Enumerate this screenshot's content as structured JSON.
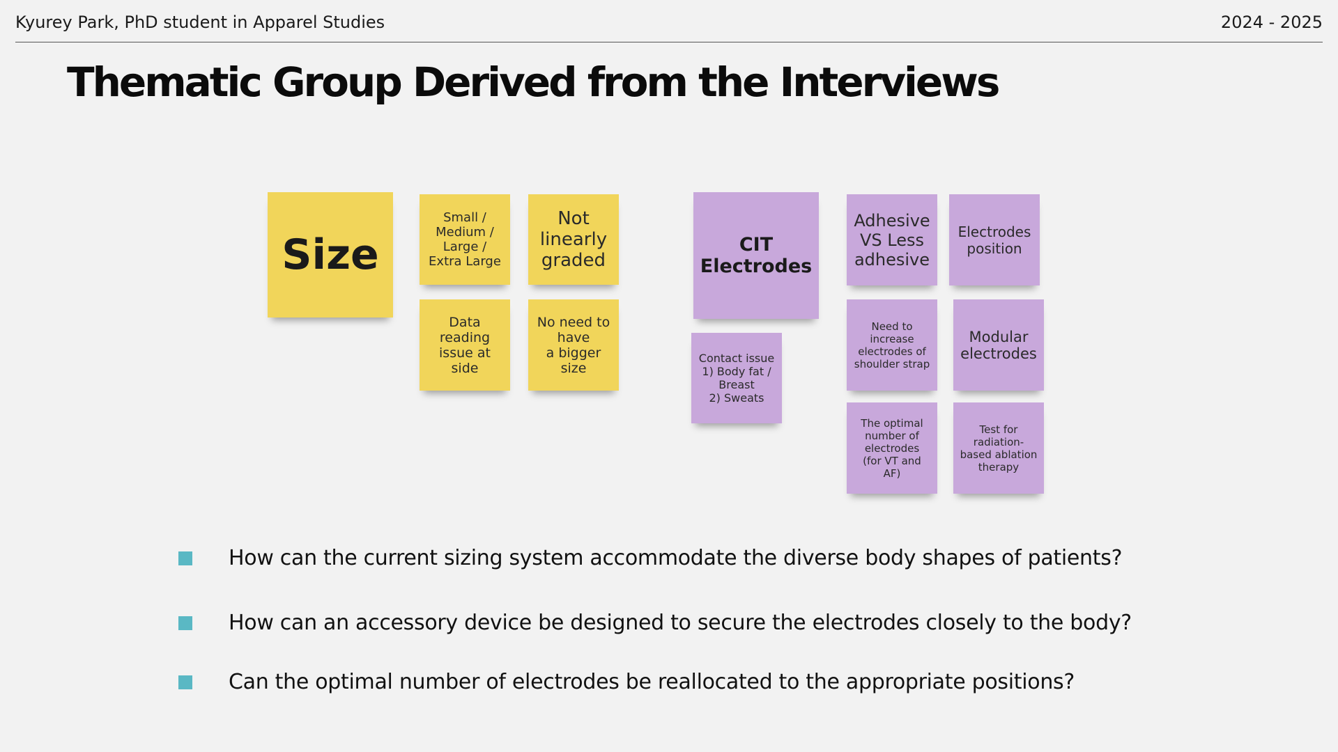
{
  "header": {
    "author": "Kyurey Park, PhD student in Apparel Studies",
    "year": "2024 - 2025"
  },
  "title": "Thematic Group Derived from the Interviews",
  "colors": {
    "yellow_note": "#f1d55a",
    "purple_note": "#c8a8db",
    "bullet": "#5ab8c4"
  },
  "size_group": {
    "main": "Size",
    "notes": [
      "Small /\nMedium /\nLarge /\nExtra Large",
      "Not\nlinearly\ngraded",
      "Data\nreading\nissue at\nside",
      "No need to\nhave\na bigger\nsize"
    ]
  },
  "electrode_group": {
    "main": "CIT\nElectrodes",
    "contact": "Contact issue\n1) Body fat /\nBreast\n2) Sweats",
    "notes": [
      "Adhesive\nVS Less\nadhesive",
      "Electrodes\nposition",
      "Need to\nincrease\nelectrodes of\nshoulder strap",
      "Modular\nelectrodes",
      "The optimal\nnumber of\nelectrodes\n(for VT and\nAF)",
      "Test for\nradiation-\nbased ablation\ntherapy"
    ]
  },
  "questions": [
    "How can the current sizing system accommodate the diverse body shapes of patients?",
    "How can an accessory device be designed to secure the electrodes closely to the body?",
    "Can the optimal number of electrodes be reallocated to the appropriate positions?"
  ]
}
